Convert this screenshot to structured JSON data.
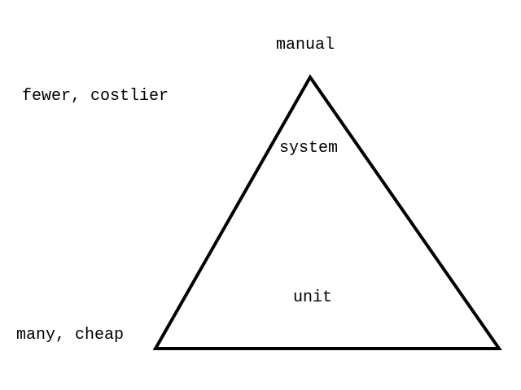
{
  "diagram": {
    "apex_label": "manual",
    "top_side_label": "fewer, costlier",
    "bottom_side_label": "many, cheap",
    "layers": [
      {
        "label": "system"
      },
      {
        "label": "unit"
      }
    ],
    "colors": {
      "stroke": "#000000",
      "background": "#ffffff",
      "text": "#000000"
    }
  }
}
